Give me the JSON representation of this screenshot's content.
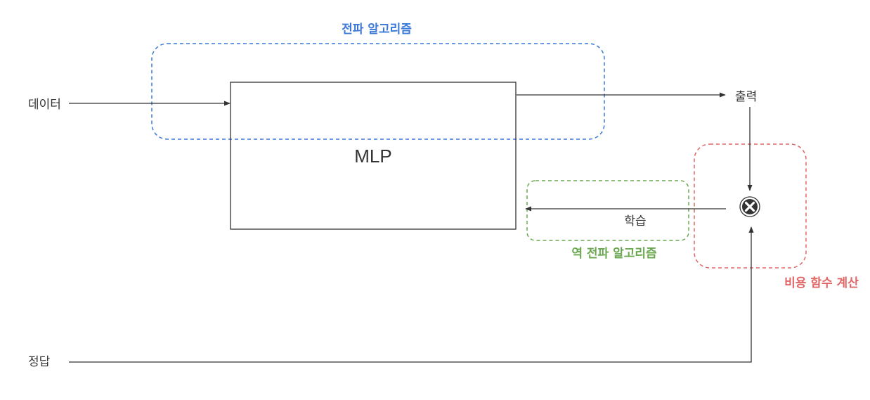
{
  "nodes": {
    "data_input": "데이터",
    "answer": "정답",
    "mlp": "MLP",
    "output": "출력",
    "learning": "학습"
  },
  "groups": {
    "forward": {
      "label": "전파 알고리즘",
      "color": "#3c78d8"
    },
    "backward": {
      "label": "역 전파 알고리즘",
      "color": "#6aa84f"
    },
    "cost": {
      "label": "비용 함수 계산",
      "color": "#e06666"
    }
  },
  "icons": {
    "compare": "close-circle-icon"
  }
}
